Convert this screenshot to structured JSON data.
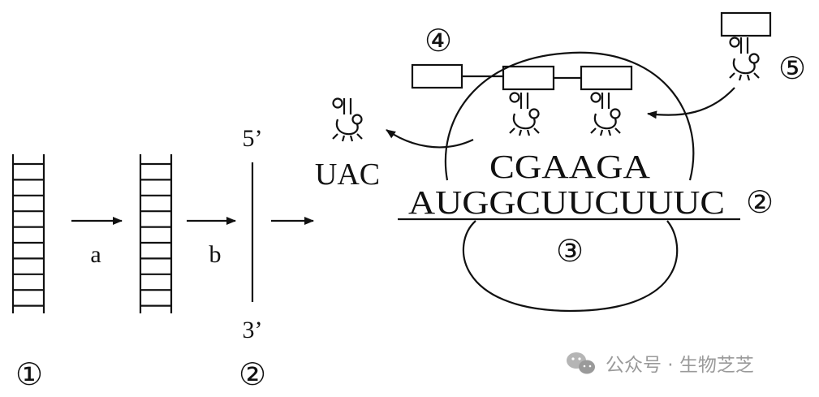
{
  "labels": {
    "dna_label": "①",
    "step_a": "a",
    "step_b": "b",
    "five_prime": "5’",
    "three_prime": "3’",
    "mrna_label_left": "②",
    "trna_anticodon_free": "UAC",
    "anticodons": "CGAAGA",
    "mrna_sequence": "AUGGCUUCUUUC",
    "mrna_label_right": "②",
    "ribosome_small_label": "③",
    "peptide_label": "④",
    "incoming_trna_label": "⑤"
  },
  "watermark": {
    "text": "公众号 · 生物芝芝",
    "icon": "wechat-icon",
    "color": "#9a9a9a"
  }
}
